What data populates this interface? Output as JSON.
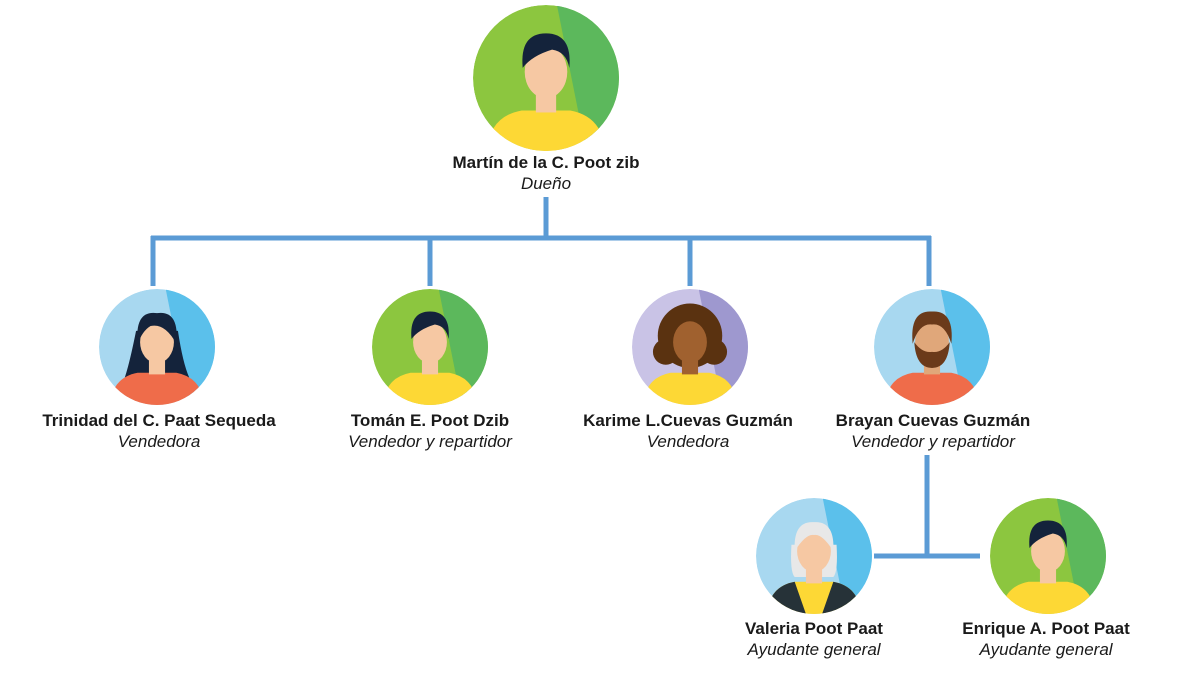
{
  "org_chart": {
    "owner": {
      "name": "Martín de la C. Poot zib",
      "role": "Dueño",
      "avatar": "man-short-hair-icon",
      "bg": "#8cc63f",
      "shade": "#5cb85c",
      "shirt": "#fdd835"
    },
    "staff": [
      {
        "name": "Trinidad del C. Paat Sequeda",
        "role": "Vendedora",
        "avatar": "woman-long-hair-icon",
        "bg": "#a8d8f0",
        "shade": "#5bc0eb",
        "shirt": "#ef6c4a"
      },
      {
        "name": "Tomán E. Poot Dzib",
        "role": "Vendedor y repartidor",
        "avatar": "man-short-hair-icon",
        "bg": "#8cc63f",
        "shade": "#5cb85c",
        "shirt": "#fdd835"
      },
      {
        "name": "Karime L.Cuevas Guzmán",
        "role": "Vendedora",
        "avatar": "woman-curly-hair-icon",
        "bg": "#c9c3e6",
        "shade": "#9e98cf",
        "shirt": "#fdd835"
      },
      {
        "name": "Brayan Cuevas Guzmán",
        "role": "Vendedor y repartidor",
        "avatar": "man-beard-icon",
        "bg": "#a8d8f0",
        "shade": "#5bc0eb",
        "shirt": "#ef6c4a"
      }
    ],
    "helpers": [
      {
        "name": "Valeria Poot Paat",
        "role": "Ayudante general",
        "avatar": "woman-gray-hair-icon",
        "bg": "#a8d8f0",
        "shade": "#5bc0eb",
        "shirt": "#fdd835"
      },
      {
        "name": "Enrique A. Poot Paat",
        "role": "Ayudante general",
        "avatar": "man-short-hair-icon",
        "bg": "#8cc63f",
        "shade": "#5cb85c",
        "shirt": "#fdd835"
      }
    ],
    "connector_color": "#5b9bd5"
  }
}
